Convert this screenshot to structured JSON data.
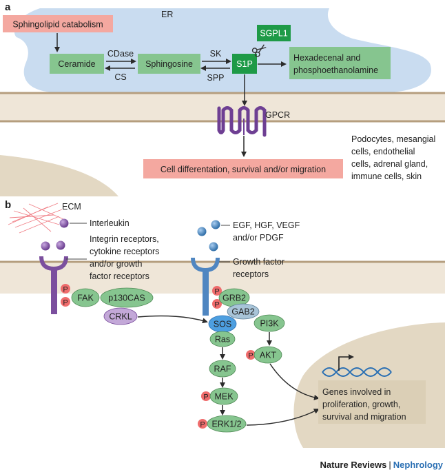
{
  "panel_a": {
    "label": "a",
    "er": "ER",
    "sphingolipid_catabolism": "Sphingolipid catabolism",
    "ceramide": "Ceramide",
    "sphingosine": "Sphingosine",
    "s1p": "S1P",
    "sgpl1": "SGPL1",
    "products_line1": "Hexadecenal and",
    "products_line2": "phosphoethanolamine",
    "cdase": "CDase",
    "cs": "CS",
    "sk": "SK",
    "spp": "SPP",
    "gpcr": "GPCR",
    "outcome": "Cell differentation, survival and/or migration",
    "cell_types": [
      "Podocytes, mesangial",
      "cells, endothelial",
      "cells, adrenal gland,",
      "immune cells, skin"
    ]
  },
  "panel_b": {
    "label": "b",
    "ecm": "ECM",
    "interleukin": "Interleukin",
    "integrin_receptors": [
      "Integrin receptors,",
      "cytokine receptors",
      "and/or growth",
      "factor receptors"
    ],
    "growth_factors": [
      "EGF, HGF, VEGF",
      "and/or PDGF"
    ],
    "growth_factor_receptors": [
      "Growth factor",
      "receptors"
    ],
    "phospho": "P",
    "fak": "FAK",
    "p130cas": "p130CAS",
    "crkl": "CRKL",
    "grb2": "GRB2",
    "gab2": "GAB2",
    "sos": "SOS",
    "pi3k": "PI3K",
    "ras": "Ras",
    "raf": "RAF",
    "akt": "AKT",
    "mek": "MEK",
    "erk": "ERK1/2",
    "genes": [
      "Genes involved in",
      "proliferation, growth,",
      "survival and migration"
    ]
  },
  "footer": {
    "journal": "Nature Reviews",
    "separator": "|",
    "section": "Nephrology"
  },
  "colors": {
    "er_fill": "#c9dcf0",
    "membrane": "#c8b59a",
    "green_box": "#86c58f",
    "green_dark": "#1e9a47",
    "salmon": "#f4a8a0",
    "purple": "#7b4f9e",
    "blue_receptor": "#4f86c1",
    "nucleus": "#e3d8c3",
    "accent_blue": "#2a6fb3"
  }
}
